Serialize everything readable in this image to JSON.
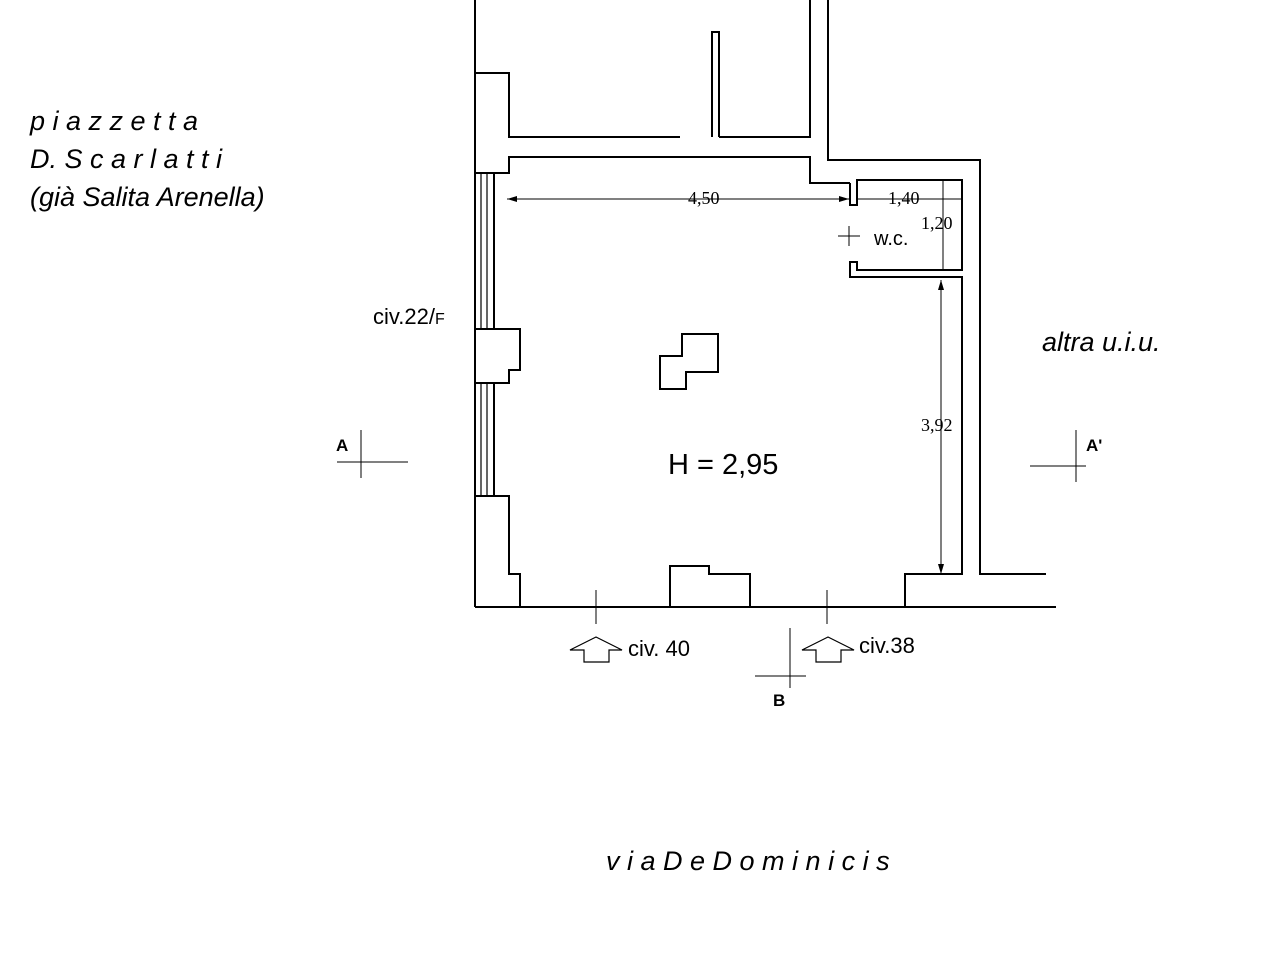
{
  "labels": {
    "street_left_1": "p i a z z e t t a",
    "street_left_2": "D.  S c a r l a t t i",
    "street_left_3": "(già Salita Arenella)",
    "civ_22f_main": "civ.22/",
    "civ_22f_suffix": "F",
    "neighbor": "altra u.i.u.",
    "height": "H = 2,95",
    "wc": "w.c.",
    "section_a": "A",
    "section_a_prime": "A'",
    "section_b": "B",
    "civ_40": "civ. 40",
    "civ_38": "civ.38",
    "street_bottom": "v i a   D e   D o m i n i c i s"
  },
  "dimensions": {
    "width_main": "4,50",
    "width_wc": "1,40",
    "depth_wc": "1,20",
    "depth_main": "3,92"
  }
}
